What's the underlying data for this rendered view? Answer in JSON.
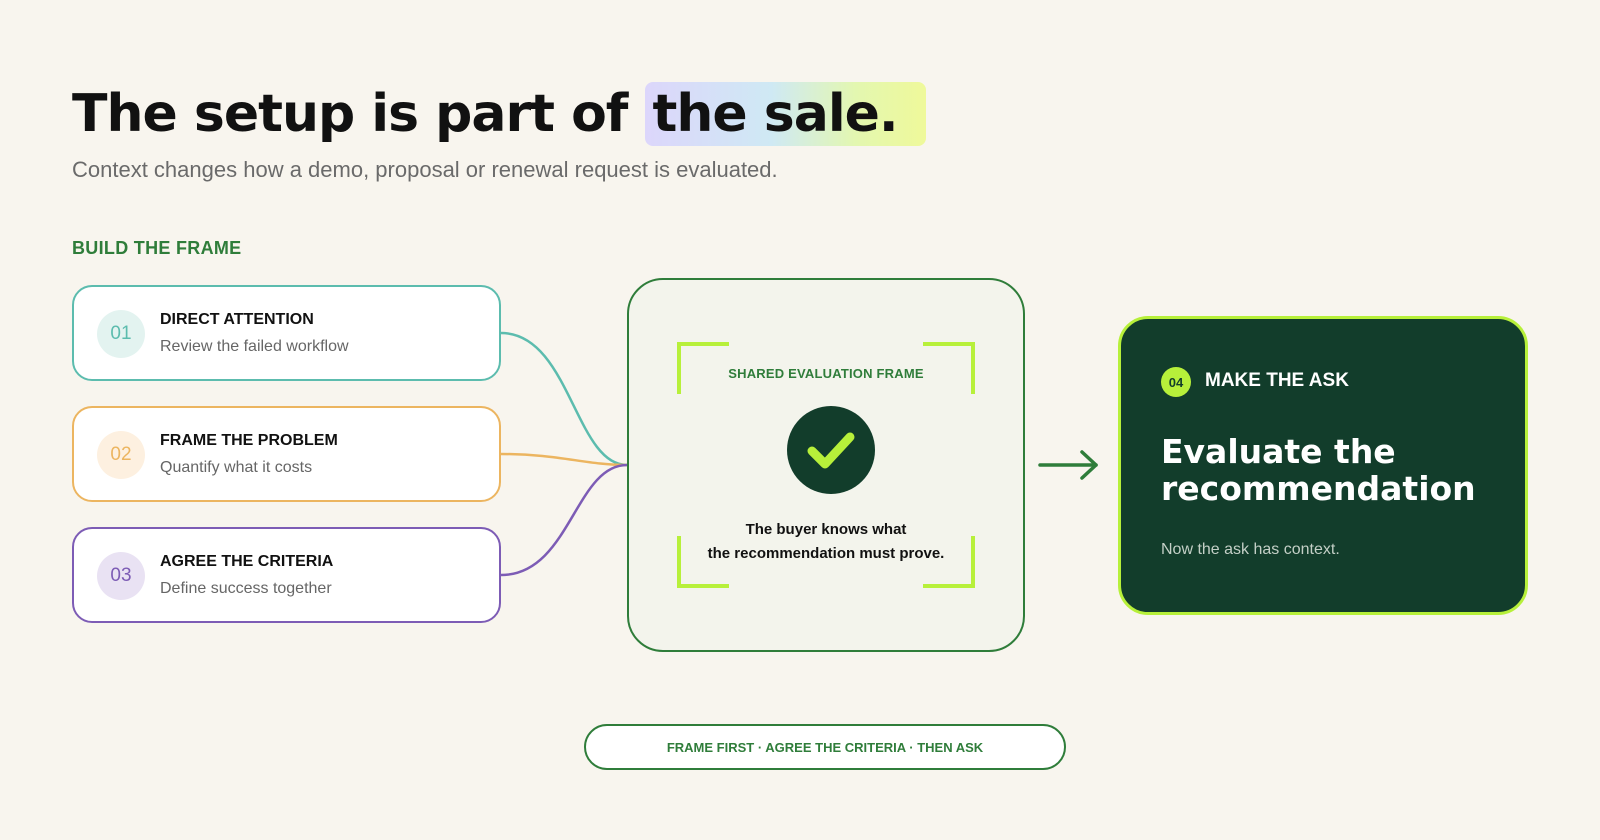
{
  "header": {
    "title_main": "The setup is part of ",
    "title_highlight": "the sale.",
    "subtitle": "Context changes how a demo, proposal or renewal request is evaluated."
  },
  "section_label": "BUILD THE FRAME",
  "steps": [
    {
      "num": "01",
      "title": "DIRECT ATTENTION",
      "desc": "Review the failed workflow",
      "color": "#5cbcae",
      "tint": "#e3f3f0"
    },
    {
      "num": "02",
      "title": "FRAME THE PROBLEM",
      "desc": "Quantify what it costs",
      "color": "#ecb560",
      "tint": "#fdf0e0"
    },
    {
      "num": "03",
      "title": "AGREE THE CRITERIA",
      "desc": "Define success together",
      "color": "#7d5cb5",
      "tint": "#e9e2f3"
    }
  ],
  "frame": {
    "label": "SHARED EVALUATION FRAME",
    "icon": "checkmark-icon",
    "text_line1": "The buyer knows what",
    "text_line2": "the recommendation must prove."
  },
  "ask": {
    "num": "04",
    "label": "MAKE THE ASK",
    "heading": "Evaluate the recommendation",
    "sub": "Now the ask has context."
  },
  "footer": "FRAME FIRST · AGREE THE CRITERIA · THEN ASK",
  "colors": {
    "accent_green": "#2f7d3a",
    "lime": "#b7f03a",
    "dark_green": "#123d2b",
    "background": "#f8f5ee"
  }
}
